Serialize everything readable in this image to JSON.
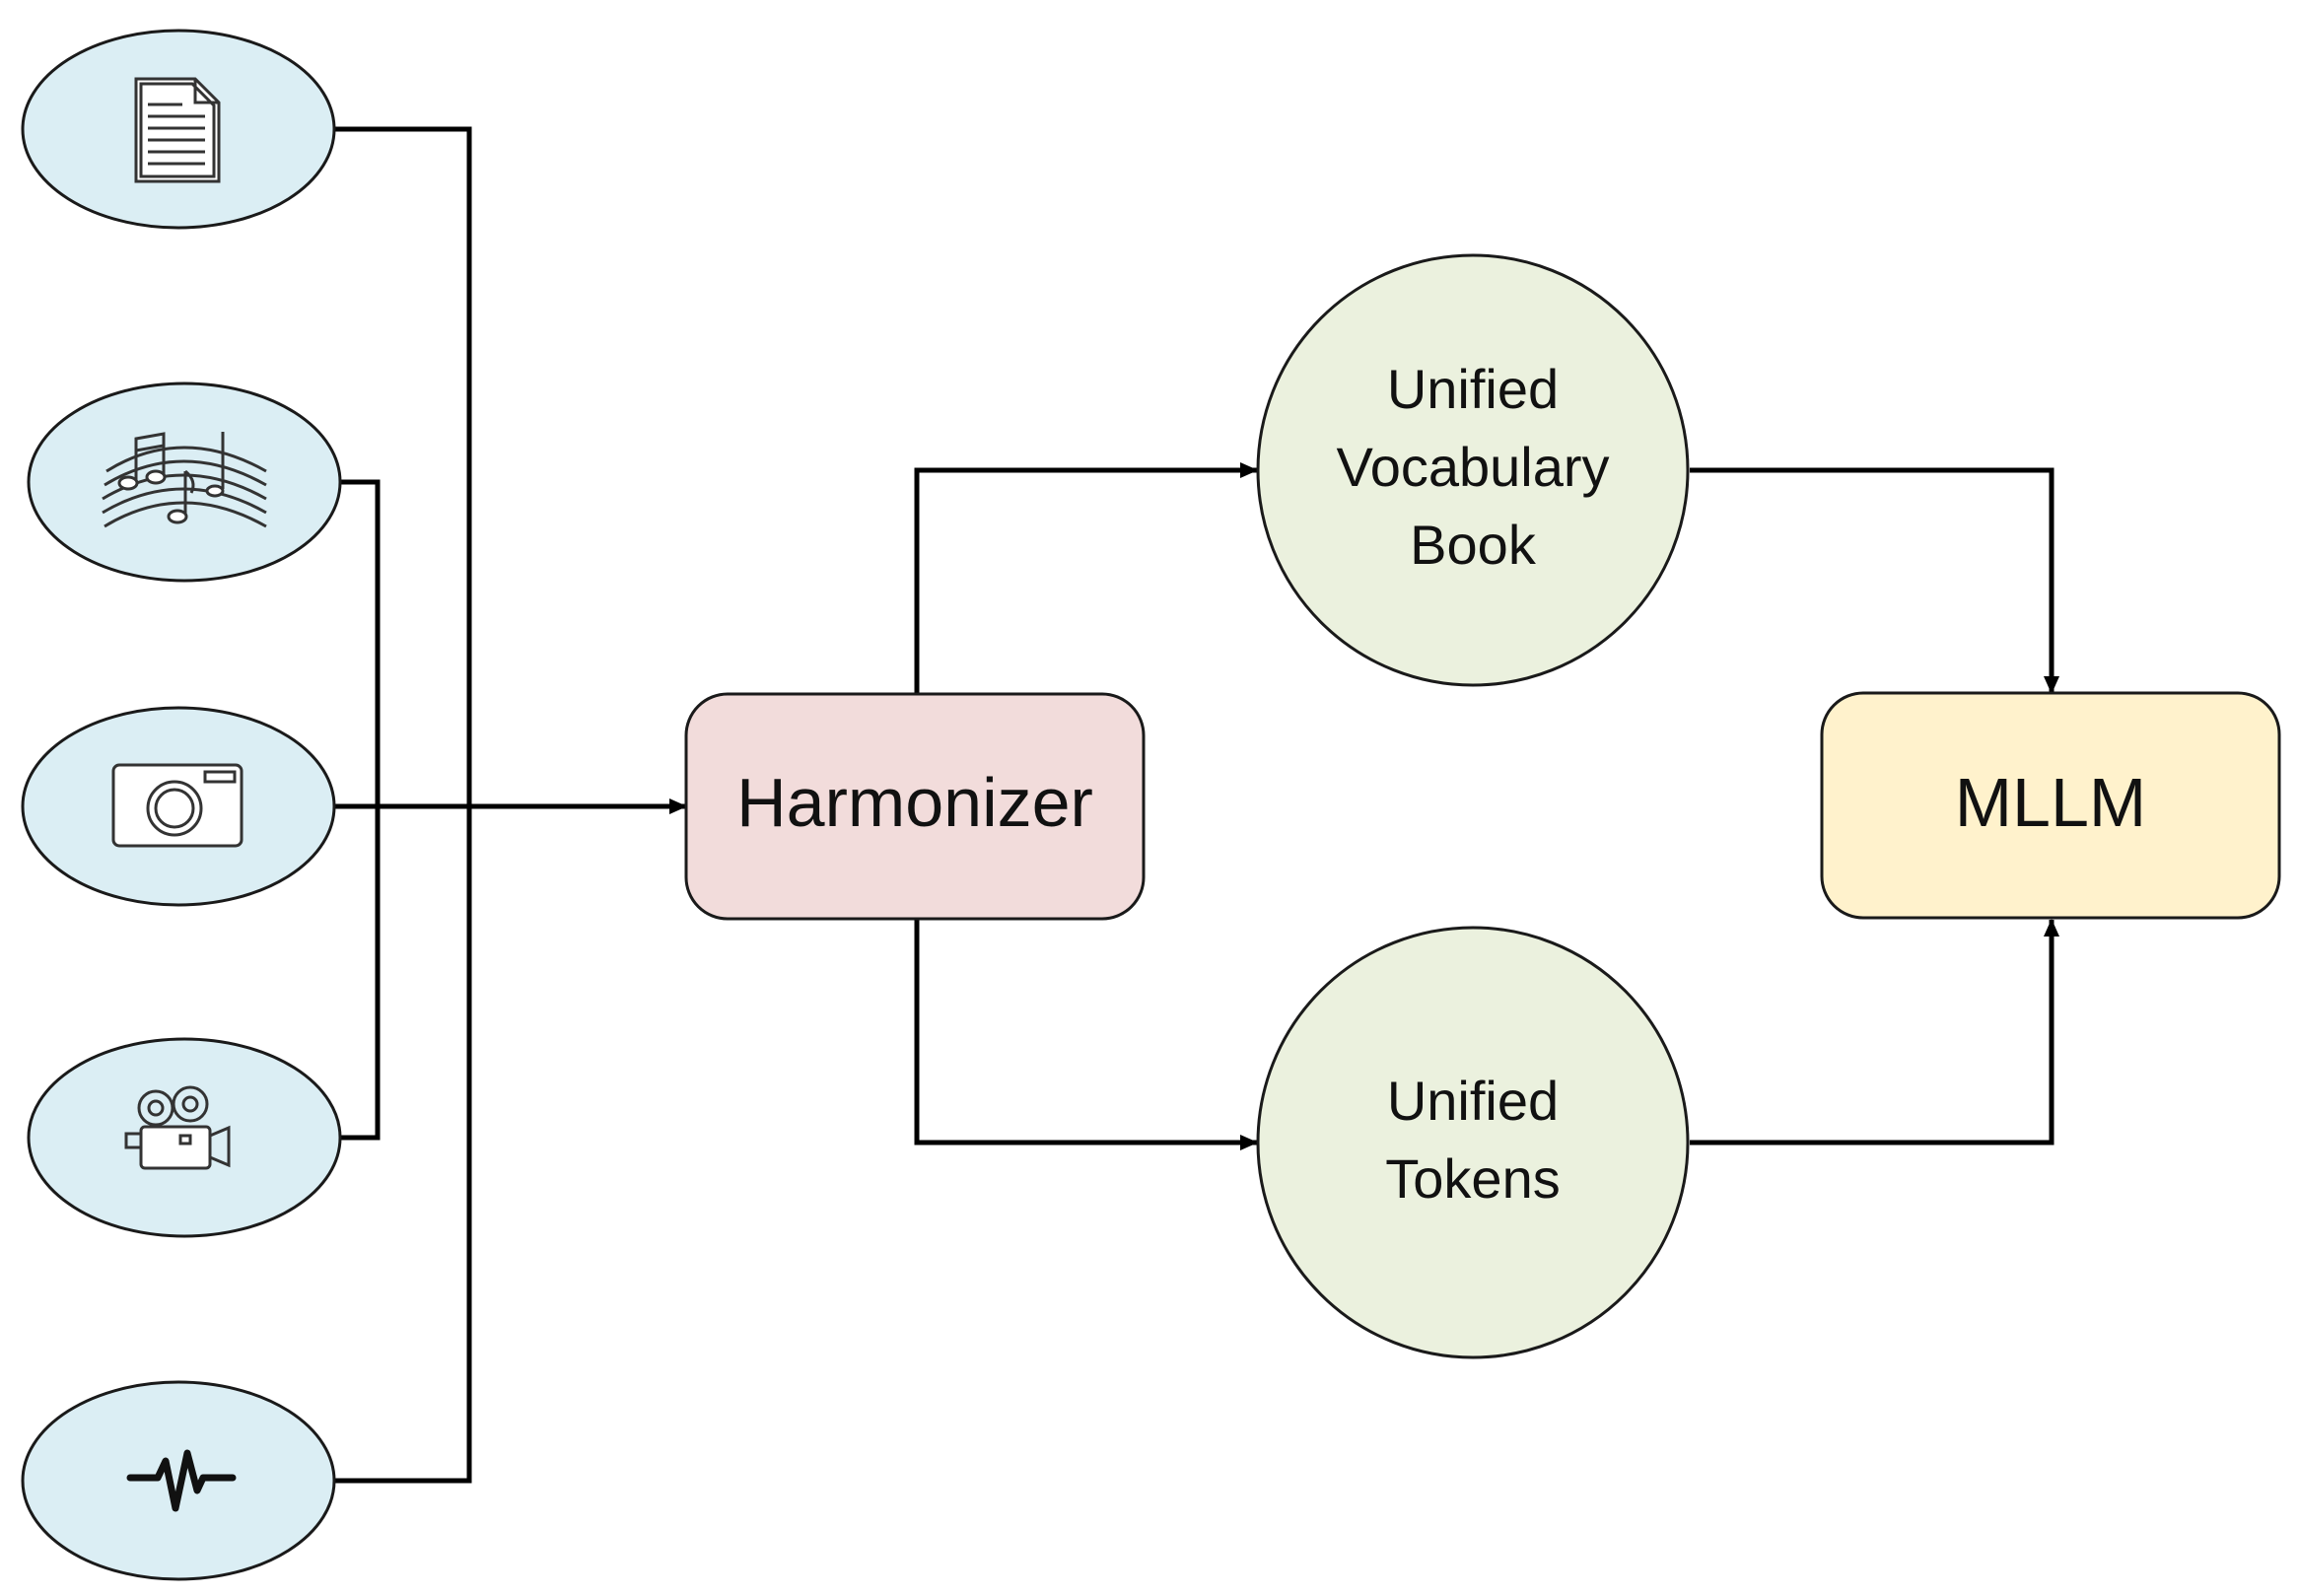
{
  "nodes": {
    "harmonizer": {
      "label": "Harmonizer"
    },
    "vocab_book": {
      "lines": [
        "Unified",
        "Vocabulary",
        "Book"
      ]
    },
    "tokens": {
      "lines": [
        "Unified",
        "Tokens"
      ]
    },
    "mllm": {
      "label": "MLLM"
    }
  },
  "input_modalities": [
    {
      "icon": "document-icon"
    },
    {
      "icon": "music-notes-icon"
    },
    {
      "icon": "camera-icon"
    },
    {
      "icon": "video-camera-icon"
    },
    {
      "icon": "waveform-icon"
    }
  ],
  "colors": {
    "modality_fill": "#dbeef4",
    "harmonizer_fill": "#f2dcdb",
    "unified_fill": "#ebf1de",
    "mllm_fill": "#fff2cc",
    "line": "#000000"
  }
}
